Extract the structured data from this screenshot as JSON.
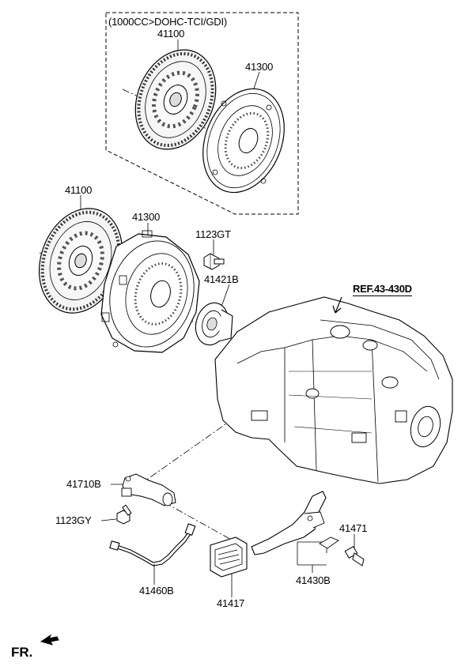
{
  "variant_note": "(1000CC>DOHC-TCI/GDI)",
  "parts": {
    "clutch_disc_upper": "41100",
    "cover_upper": "41300",
    "clutch_disc": "41100",
    "cover": "41300",
    "bolt_a": "1123GT",
    "release_bearing": "41421B",
    "reference": "REF.43-430D",
    "cylinder": "41710B",
    "bolt_b": "1123GY",
    "pipe": "41460B",
    "boot": "41417",
    "fork": "41430B",
    "pivot_bolt": "41471"
  },
  "direction": "FR."
}
